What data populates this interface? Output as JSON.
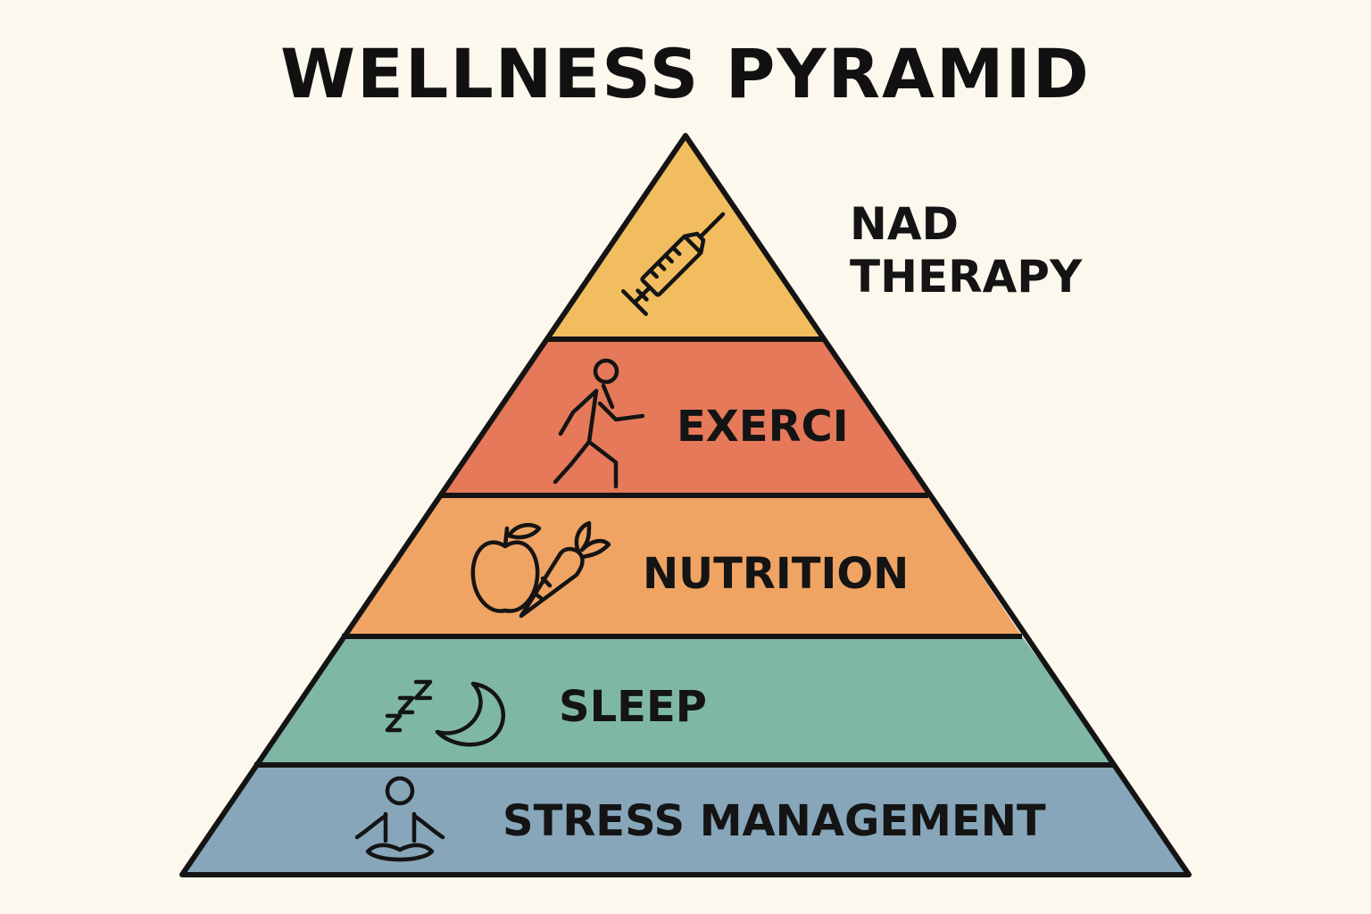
{
  "title": "WELLNESS PYRAMID",
  "levels": [
    {
      "label_line1": "NAD",
      "label_line2": "THERAPY",
      "icon": "syringe-icon",
      "color": "#f1bd5f"
    },
    {
      "label": "EXERCI",
      "icon": "walking-person-icon",
      "color": "#e5795a"
    },
    {
      "label": "NUTRITION",
      "icon": "apple-carrot-icon",
      "color": "#f0a463"
    },
    {
      "label": "SLEEP",
      "icon": "moon-sleep-icon",
      "color": "#7fb7a6"
    },
    {
      "label": "STRESS MANAGEMENT",
      "icon": "meditation-icon",
      "color": "#87a6ba"
    }
  ],
  "colors": {
    "background": "#fcf8ee",
    "outline": "#141414"
  }
}
